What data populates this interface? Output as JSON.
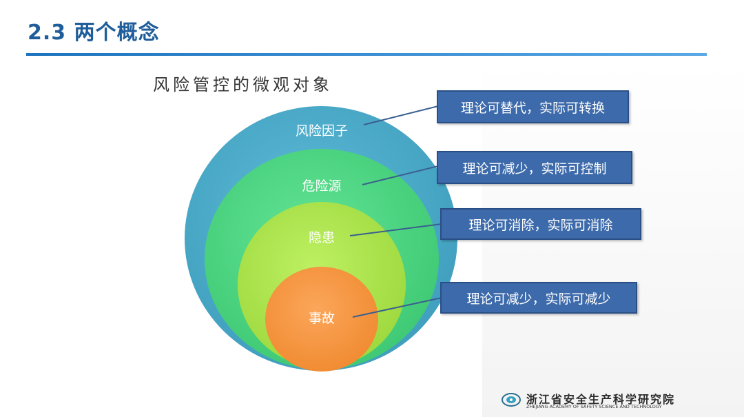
{
  "slide": {
    "title": "2.3 两个概念"
  },
  "diagram": {
    "heading": "风险管控的微观对象",
    "circles": [
      {
        "label": "风险因子",
        "color": "#4aa8c6",
        "note": "理论可替代，实际可转换"
      },
      {
        "label": "危险源",
        "color": "#4cd681",
        "note": "理论可减少，实际可控制"
      },
      {
        "label": "隐患",
        "color": "#a9e34b",
        "note": "理论可消除，实际可消除"
      },
      {
        "label": "事故",
        "color": "#f7963f",
        "note": "理论可减少，实际可减少"
      }
    ],
    "note_box_color": "#3c6aaa"
  },
  "footer": {
    "org_name": "浙江省安全生产科学研究院",
    "org_name_en": "ZHEJIANG ACADEMY OF SAFETY SCIENCE AND TECHNOLOGY",
    "logo_icon": "institute-logo-icon"
  }
}
